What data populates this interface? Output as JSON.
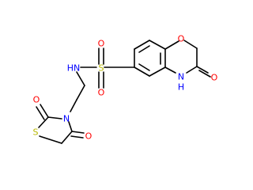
{
  "colors": {
    "bond": "#000000",
    "oxygen": "#ff0000",
    "nitrogen": "#0000ff",
    "sulfur": "#b8b800",
    "background": "#ffffff"
  },
  "atoms": {
    "sulfonyl_s": "S",
    "sulfonyl_o_top": "O",
    "sulfonyl_o_bottom": "O",
    "sulfonamide_nh": "HN",
    "ring_oxygen": "O",
    "lactam_nh": "N",
    "lactam_h": "H",
    "lactam_carbonyl_o": "O",
    "thiazolidine_n": "N",
    "thiazolidine_s": "S",
    "thiazolidine_o_c2": "O",
    "thiazolidine_o_c4": "O"
  }
}
